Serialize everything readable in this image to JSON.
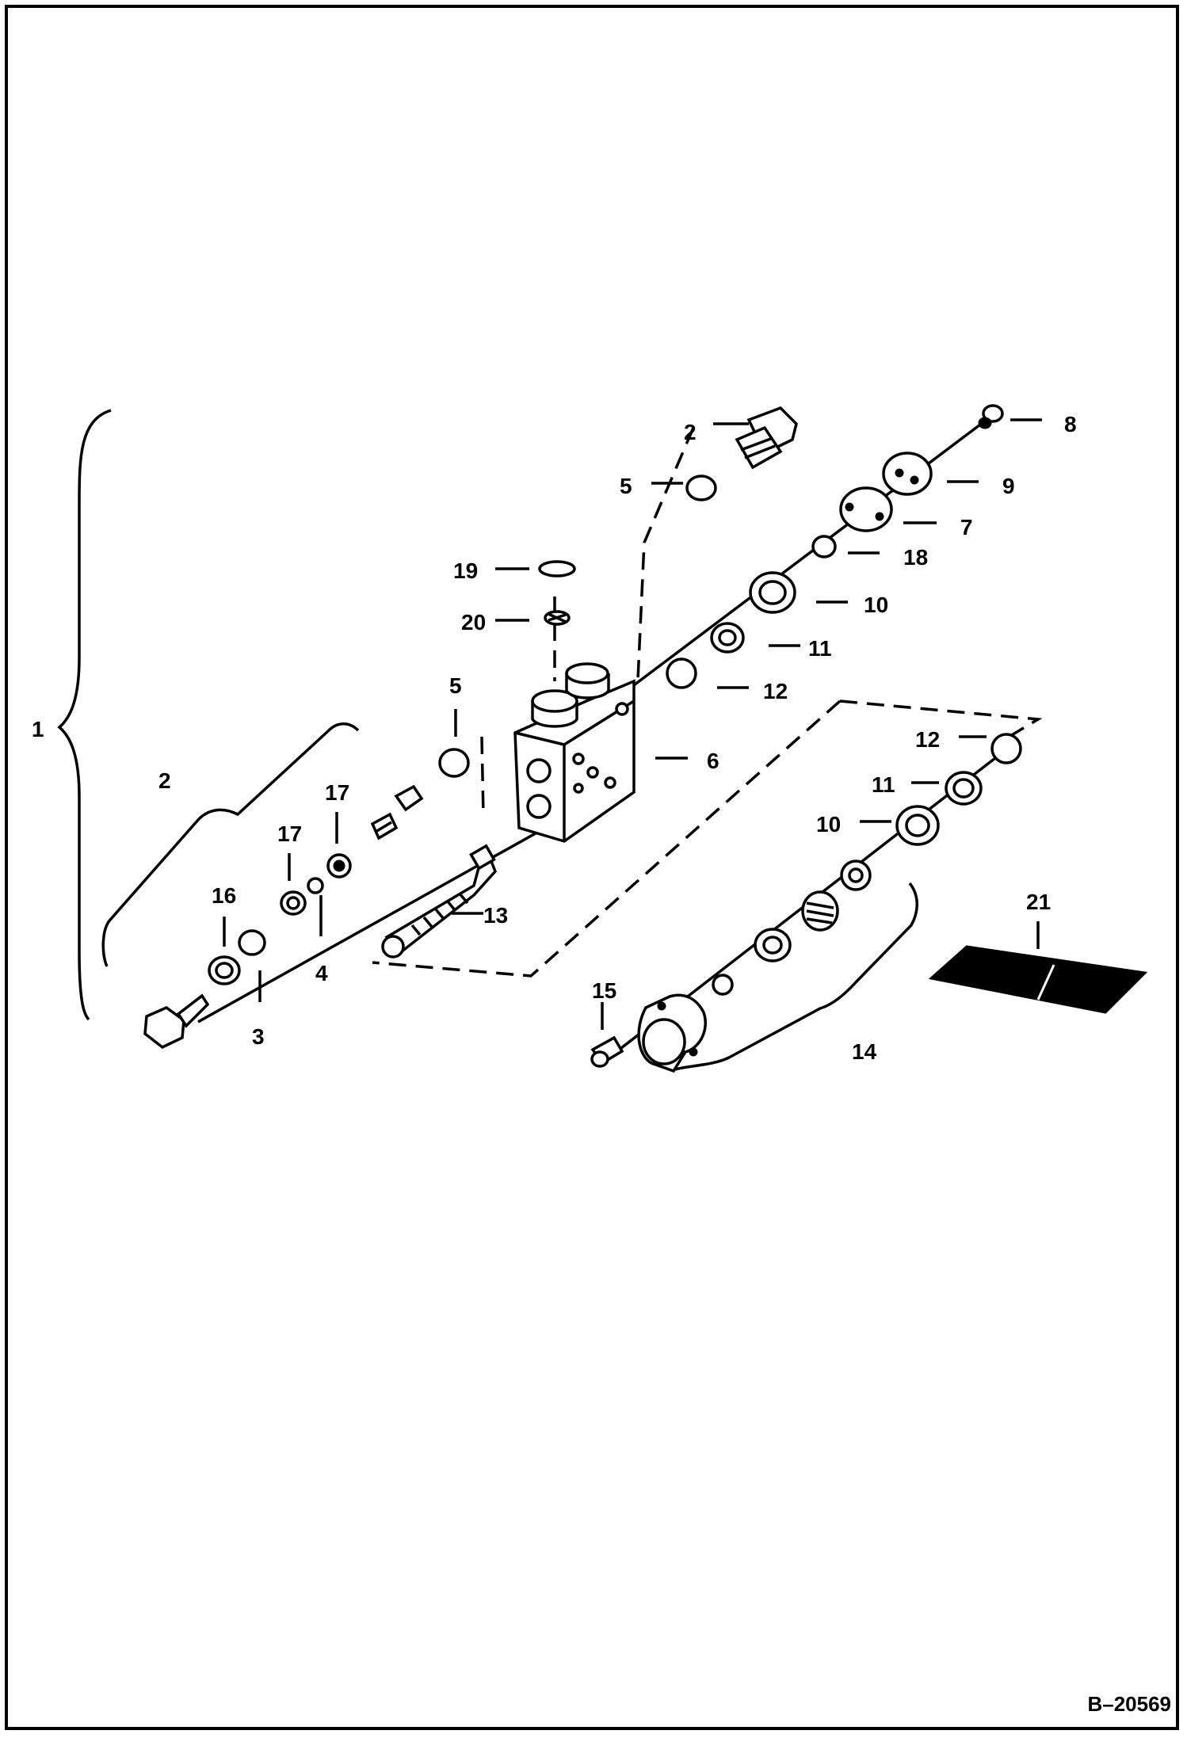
{
  "diagram": {
    "reference": "B–20569",
    "labels": {
      "l1": "1",
      "l2a": "2",
      "l2b": "2",
      "l3": "3",
      "l4": "4",
      "l5a": "5",
      "l5b": "5",
      "l6": "6",
      "l7": "7",
      "l8": "8",
      "l9": "9",
      "l10a": "10",
      "l10b": "10",
      "l11a": "11",
      "l11b": "11",
      "l12a": "12",
      "l12b": "12",
      "l13": "13",
      "l14": "14",
      "l15": "15",
      "l16": "16",
      "l17a": "17",
      "l17b": "17",
      "l18": "18",
      "l19": "19",
      "l20": "20",
      "l21": "21"
    }
  }
}
